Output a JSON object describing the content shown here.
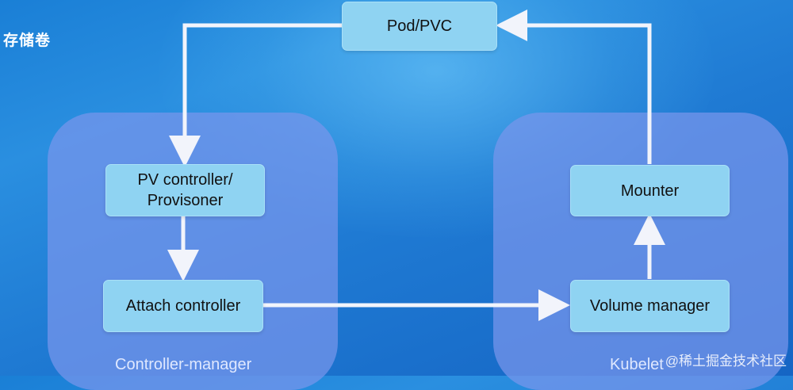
{
  "title": "存储卷",
  "containers": {
    "controller_manager": "Controller-manager",
    "kubelet": "Kubelet"
  },
  "nodes": {
    "pod_pvc": "Pod/PVC",
    "pv_controller_line1": "PV controller/",
    "pv_controller_line2": "Provisoner",
    "attach_controller": "Attach controller",
    "mounter": "Mounter",
    "volume_manager": "Volume manager"
  },
  "watermark": "@稀土掘金技术社区",
  "colors": {
    "background": "#1a7fd6",
    "container": "#7896eb",
    "node": "#8fd3f2",
    "arrow": "#f2f4fb"
  }
}
